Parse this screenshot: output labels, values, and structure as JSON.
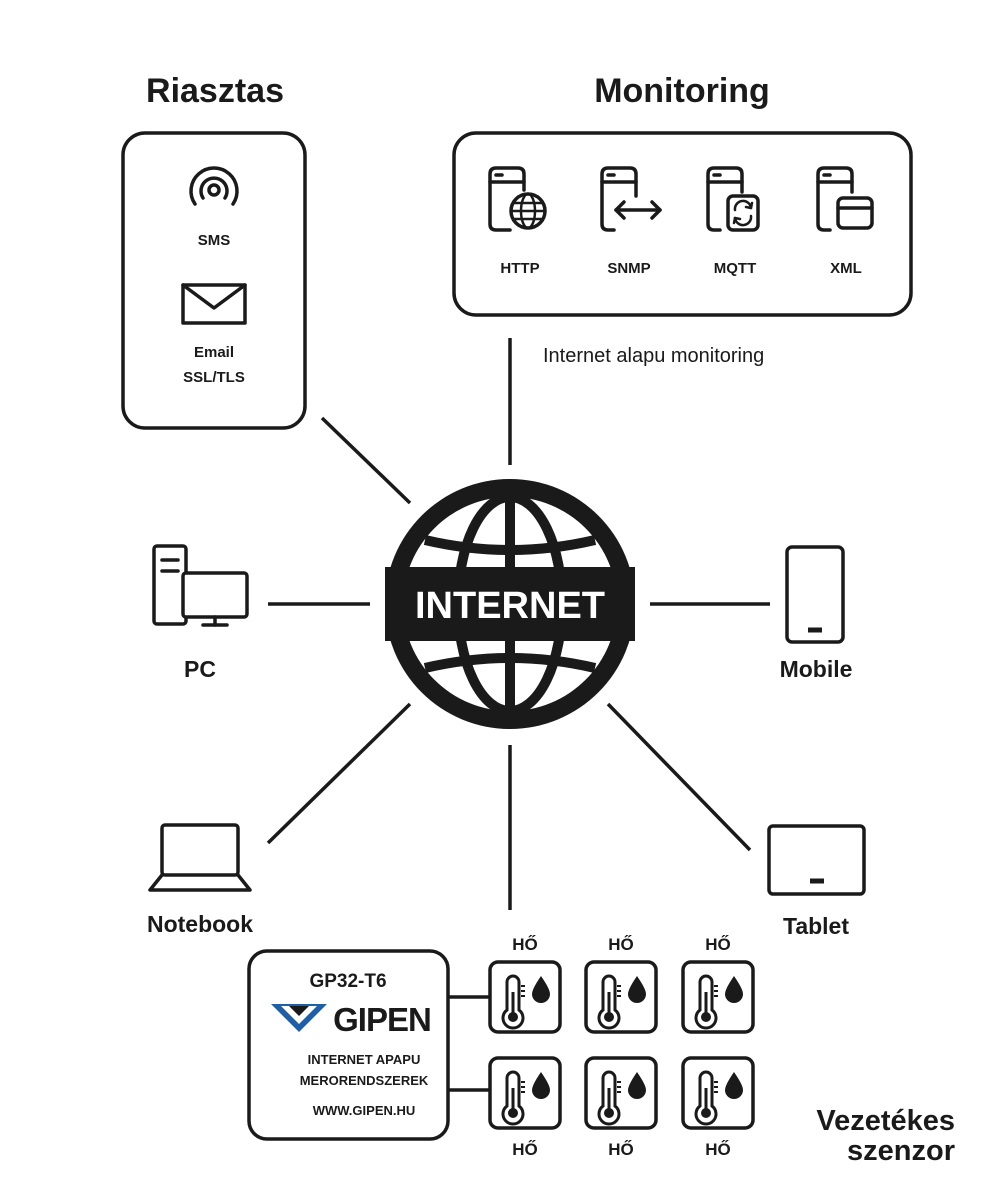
{
  "alert": {
    "title": "Riasztas",
    "sms_label": "SMS",
    "email_label_1": "Email",
    "email_label_2": "SSL/TLS"
  },
  "monitoring": {
    "title": "Monitoring",
    "subtitle": "Internet alapu monitoring",
    "protocols": [
      {
        "label": "HTTP",
        "icon": "server-globe-icon"
      },
      {
        "label": "SNMP",
        "icon": "server-arrows-icon"
      },
      {
        "label": "MQTT",
        "icon": "server-sync-icon"
      },
      {
        "label": "XML",
        "icon": "server-window-icon"
      }
    ]
  },
  "hub": {
    "label": "INTERNET",
    "icon": "globe-icon"
  },
  "devices": {
    "pc": "PC",
    "mobile": "Mobile",
    "notebook": "Notebook",
    "tablet": "Tablet"
  },
  "controller": {
    "model": "GP32-T6",
    "brand": "GIPEN",
    "tagline_1": "INTERNET APAPU",
    "tagline_2": "MERORENDSZEREK",
    "website": "WWW.GIPEN.HU"
  },
  "sensors": {
    "label": "HŐ",
    "count_top": 3,
    "count_bottom": 3,
    "icon": "thermometer-drop-icon"
  },
  "sensor_caption": {
    "line1": "Vezetékes",
    "line2": "szenzor"
  },
  "colors": {
    "ink": "#1a1a1a",
    "brand_blue": "#1f5fa8",
    "background": "#ffffff"
  }
}
